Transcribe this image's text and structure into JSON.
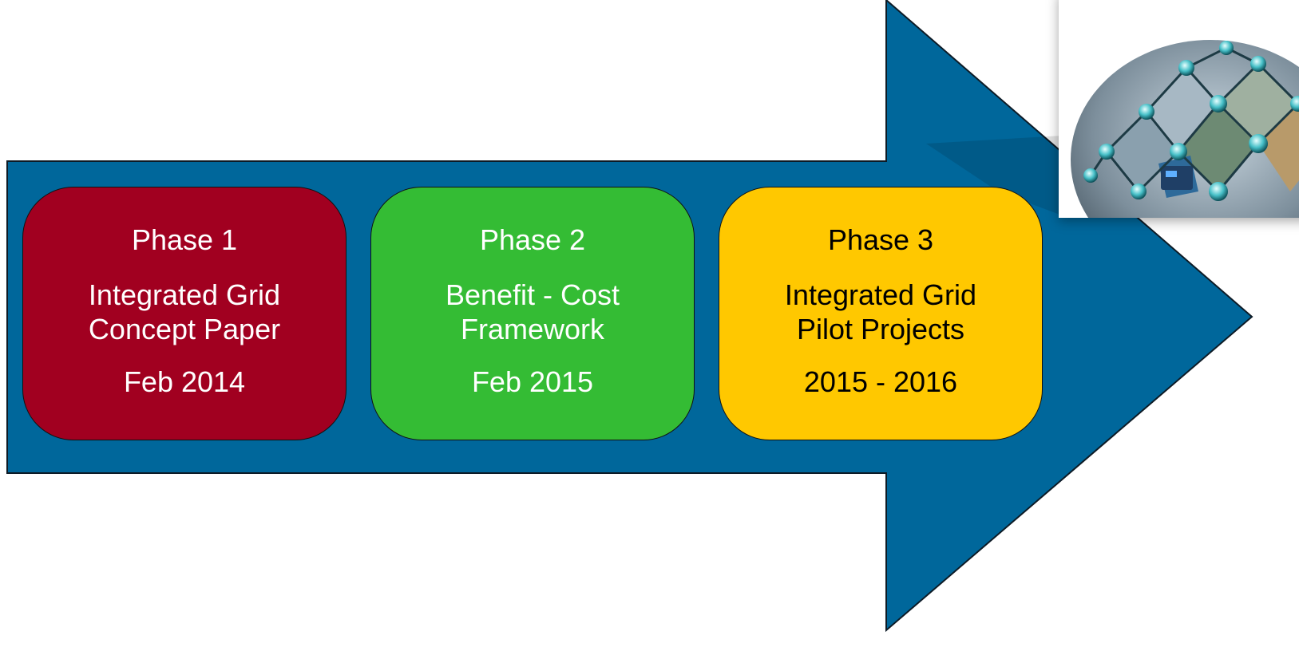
{
  "colors": {
    "arrow_fill": "#00679B",
    "arrow_stroke": "#0D1B26",
    "background": "#FFFFFF"
  },
  "phases": [
    {
      "label": "Phase 1",
      "description_line1": "Integrated Grid",
      "description_line2": "Concept Paper",
      "date": "Feb 2014",
      "color": "#A10020",
      "text_color": "#FFFFFF"
    },
    {
      "label": "Phase 2",
      "description_line1": "Benefit - Cost",
      "description_line2": "Framework",
      "date": "Feb 2015",
      "color": "#34BC34",
      "text_color": "#FFFFFF"
    },
    {
      "label": "Phase 3",
      "description_line1": "Integrated Grid",
      "description_line2": "Pilot Projects",
      "date": "2015 - 2016",
      "color": "#FFC800",
      "text_color": "#000000"
    }
  ],
  "illustration": {
    "icon": "connected-grid-globe-icon"
  }
}
